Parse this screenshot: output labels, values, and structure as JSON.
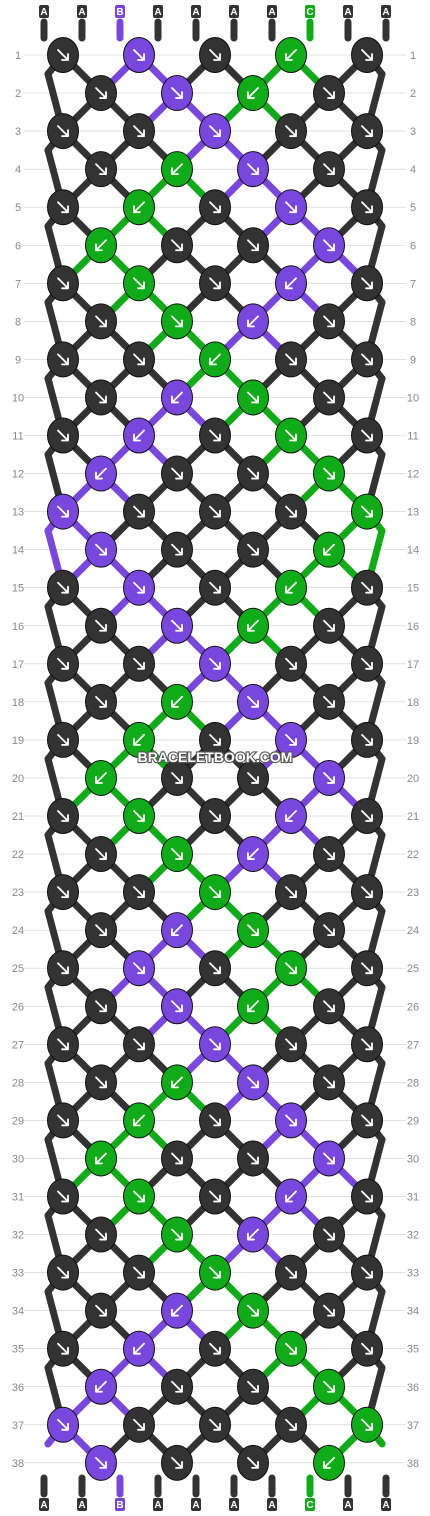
{
  "watermark": "BRACELETBOOK.COM",
  "colors": {
    "A": "#333333",
    "B": "#7a47de",
    "C": "#10ab18",
    "row_number": "#8a8a8a",
    "grid_line": "#cccccc",
    "arrow": "#ffffff"
  },
  "strands_top": [
    "A",
    "A",
    "B",
    "A",
    "A",
    "A",
    "A",
    "C",
    "A",
    "A"
  ],
  "strands_bottom": [
    "A",
    "A",
    "B",
    "A",
    "A",
    "A",
    "A",
    "C",
    "A",
    "A"
  ],
  "row_count": 38,
  "rows": [
    {
      "n": 1,
      "knots": [
        [
          "A",
          "f"
        ],
        [
          "B",
          "f"
        ],
        [
          "A",
          "f"
        ],
        [
          "C",
          "b"
        ],
        [
          "A",
          "f"
        ]
      ]
    },
    {
      "n": 2,
      "knots": [
        [
          "A",
          "f"
        ],
        [
          "B",
          "f"
        ],
        [
          "C",
          "b"
        ],
        [
          "A",
          "f"
        ]
      ]
    },
    {
      "n": 3,
      "knots": [
        [
          "A",
          "f"
        ],
        [
          "A",
          "f"
        ],
        [
          "B",
          "f"
        ],
        [
          "A",
          "f"
        ],
        [
          "A",
          "f"
        ]
      ]
    },
    {
      "n": 4,
      "knots": [
        [
          "A",
          "f"
        ],
        [
          "C",
          "b"
        ],
        [
          "B",
          "f"
        ],
        [
          "A",
          "f"
        ]
      ]
    },
    {
      "n": 5,
      "knots": [
        [
          "A",
          "f"
        ],
        [
          "C",
          "b"
        ],
        [
          "A",
          "f"
        ],
        [
          "B",
          "f"
        ],
        [
          "A",
          "f"
        ]
      ]
    },
    {
      "n": 6,
      "knots": [
        [
          "C",
          "b"
        ],
        [
          "A",
          "f"
        ],
        [
          "A",
          "f"
        ],
        [
          "B",
          "f"
        ]
      ]
    },
    {
      "n": 7,
      "knots": [
        [
          "A",
          "f"
        ],
        [
          "C",
          "f"
        ],
        [
          "A",
          "f"
        ],
        [
          "B",
          "b"
        ],
        [
          "A",
          "f"
        ]
      ]
    },
    {
      "n": 8,
      "knots": [
        [
          "A",
          "f"
        ],
        [
          "C",
          "f"
        ],
        [
          "B",
          "b"
        ],
        [
          "A",
          "f"
        ]
      ]
    },
    {
      "n": 9,
      "knots": [
        [
          "A",
          "f"
        ],
        [
          "A",
          "f"
        ],
        [
          "C",
          "b"
        ],
        [
          "A",
          "f"
        ],
        [
          "A",
          "f"
        ]
      ]
    },
    {
      "n": 10,
      "knots": [
        [
          "A",
          "f"
        ],
        [
          "B",
          "b"
        ],
        [
          "C",
          "f"
        ],
        [
          "A",
          "f"
        ]
      ]
    },
    {
      "n": 11,
      "knots": [
        [
          "A",
          "f"
        ],
        [
          "B",
          "b"
        ],
        [
          "A",
          "f"
        ],
        [
          "C",
          "f"
        ],
        [
          "A",
          "f"
        ]
      ]
    },
    {
      "n": 12,
      "knots": [
        [
          "B",
          "b"
        ],
        [
          "A",
          "f"
        ],
        [
          "A",
          "f"
        ],
        [
          "C",
          "f"
        ]
      ]
    },
    {
      "n": 13,
      "knots": [
        [
          "B",
          "f"
        ],
        [
          "A",
          "f"
        ],
        [
          "A",
          "f"
        ],
        [
          "A",
          "f"
        ],
        [
          "C",
          "f"
        ]
      ]
    },
    {
      "n": 14,
      "knots": [
        [
          "B",
          "f"
        ],
        [
          "A",
          "f"
        ],
        [
          "A",
          "f"
        ],
        [
          "C",
          "b"
        ]
      ]
    },
    {
      "n": 15,
      "knots": [
        [
          "A",
          "f"
        ],
        [
          "B",
          "f"
        ],
        [
          "A",
          "f"
        ],
        [
          "C",
          "b"
        ],
        [
          "A",
          "f"
        ]
      ]
    },
    {
      "n": 16,
      "knots": [
        [
          "A",
          "f"
        ],
        [
          "B",
          "f"
        ],
        [
          "C",
          "b"
        ],
        [
          "A",
          "f"
        ]
      ]
    },
    {
      "n": 17,
      "knots": [
        [
          "A",
          "f"
        ],
        [
          "A",
          "f"
        ],
        [
          "B",
          "f"
        ],
        [
          "A",
          "f"
        ],
        [
          "A",
          "f"
        ]
      ]
    },
    {
      "n": 18,
      "knots": [
        [
          "A",
          "f"
        ],
        [
          "C",
          "b"
        ],
        [
          "B",
          "f"
        ],
        [
          "A",
          "f"
        ]
      ]
    },
    {
      "n": 19,
      "knots": [
        [
          "A",
          "f"
        ],
        [
          "C",
          "b"
        ],
        [
          "A",
          "f"
        ],
        [
          "B",
          "f"
        ],
        [
          "A",
          "f"
        ]
      ]
    },
    {
      "n": 20,
      "knots": [
        [
          "C",
          "b"
        ],
        [
          "A",
          "f"
        ],
        [
          "A",
          "f"
        ],
        [
          "B",
          "f"
        ]
      ]
    },
    {
      "n": 21,
      "knots": [
        [
          "A",
          "f"
        ],
        [
          "C",
          "f"
        ],
        [
          "A",
          "f"
        ],
        [
          "B",
          "b"
        ],
        [
          "A",
          "f"
        ]
      ]
    },
    {
      "n": 22,
      "knots": [
        [
          "A",
          "f"
        ],
        [
          "C",
          "f"
        ],
        [
          "B",
          "b"
        ],
        [
          "A",
          "f"
        ]
      ]
    },
    {
      "n": 23,
      "knots": [
        [
          "A",
          "f"
        ],
        [
          "A",
          "f"
        ],
        [
          "C",
          "f"
        ],
        [
          "A",
          "f"
        ],
        [
          "A",
          "f"
        ]
      ]
    },
    {
      "n": 24,
      "knots": [
        [
          "A",
          "f"
        ],
        [
          "B",
          "b"
        ],
        [
          "C",
          "f"
        ],
        [
          "A",
          "f"
        ]
      ]
    },
    {
      "n": 25,
      "knots": [
        [
          "A",
          "f"
        ],
        [
          "B",
          "f"
        ],
        [
          "A",
          "f"
        ],
        [
          "C",
          "f"
        ],
        [
          "A",
          "f"
        ]
      ]
    },
    {
      "n": 26,
      "knots": [
        [
          "A",
          "f"
        ],
        [
          "B",
          "f"
        ],
        [
          "C",
          "b"
        ],
        [
          "A",
          "f"
        ]
      ]
    },
    {
      "n": 27,
      "knots": [
        [
          "A",
          "f"
        ],
        [
          "A",
          "f"
        ],
        [
          "B",
          "f"
        ],
        [
          "A",
          "f"
        ],
        [
          "A",
          "f"
        ]
      ]
    },
    {
      "n": 28,
      "knots": [
        [
          "A",
          "f"
        ],
        [
          "C",
          "b"
        ],
        [
          "B",
          "f"
        ],
        [
          "A",
          "f"
        ]
      ]
    },
    {
      "n": 29,
      "knots": [
        [
          "A",
          "f"
        ],
        [
          "C",
          "b"
        ],
        [
          "A",
          "f"
        ],
        [
          "B",
          "f"
        ],
        [
          "A",
          "f"
        ]
      ]
    },
    {
      "n": 30,
      "knots": [
        [
          "C",
          "b"
        ],
        [
          "A",
          "f"
        ],
        [
          "A",
          "f"
        ],
        [
          "B",
          "f"
        ]
      ]
    },
    {
      "n": 31,
      "knots": [
        [
          "A",
          "f"
        ],
        [
          "C",
          "f"
        ],
        [
          "A",
          "f"
        ],
        [
          "B",
          "b"
        ],
        [
          "A",
          "f"
        ]
      ]
    },
    {
      "n": 32,
      "knots": [
        [
          "A",
          "f"
        ],
        [
          "C",
          "f"
        ],
        [
          "B",
          "b"
        ],
        [
          "A",
          "f"
        ]
      ]
    },
    {
      "n": 33,
      "knots": [
        [
          "A",
          "f"
        ],
        [
          "A",
          "f"
        ],
        [
          "C",
          "f"
        ],
        [
          "A",
          "f"
        ],
        [
          "A",
          "f"
        ]
      ]
    },
    {
      "n": 34,
      "knots": [
        [
          "A",
          "f"
        ],
        [
          "B",
          "b"
        ],
        [
          "C",
          "f"
        ],
        [
          "A",
          "f"
        ]
      ]
    },
    {
      "n": 35,
      "knots": [
        [
          "A",
          "f"
        ],
        [
          "B",
          "b"
        ],
        [
          "A",
          "f"
        ],
        [
          "C",
          "f"
        ],
        [
          "A",
          "f"
        ]
      ]
    },
    {
      "n": 36,
      "knots": [
        [
          "B",
          "b"
        ],
        [
          "A",
          "f"
        ],
        [
          "A",
          "f"
        ],
        [
          "C",
          "f"
        ]
      ]
    },
    {
      "n": 37,
      "knots": [
        [
          "B",
          "f"
        ],
        [
          "A",
          "f"
        ],
        [
          "A",
          "f"
        ],
        [
          "A",
          "f"
        ],
        [
          "C",
          "f"
        ]
      ]
    },
    {
      "n": 38,
      "knots": [
        [
          "B",
          "f"
        ],
        [
          "A",
          "f"
        ],
        [
          "A",
          "f"
        ],
        [
          "C",
          "b"
        ]
      ]
    }
  ]
}
